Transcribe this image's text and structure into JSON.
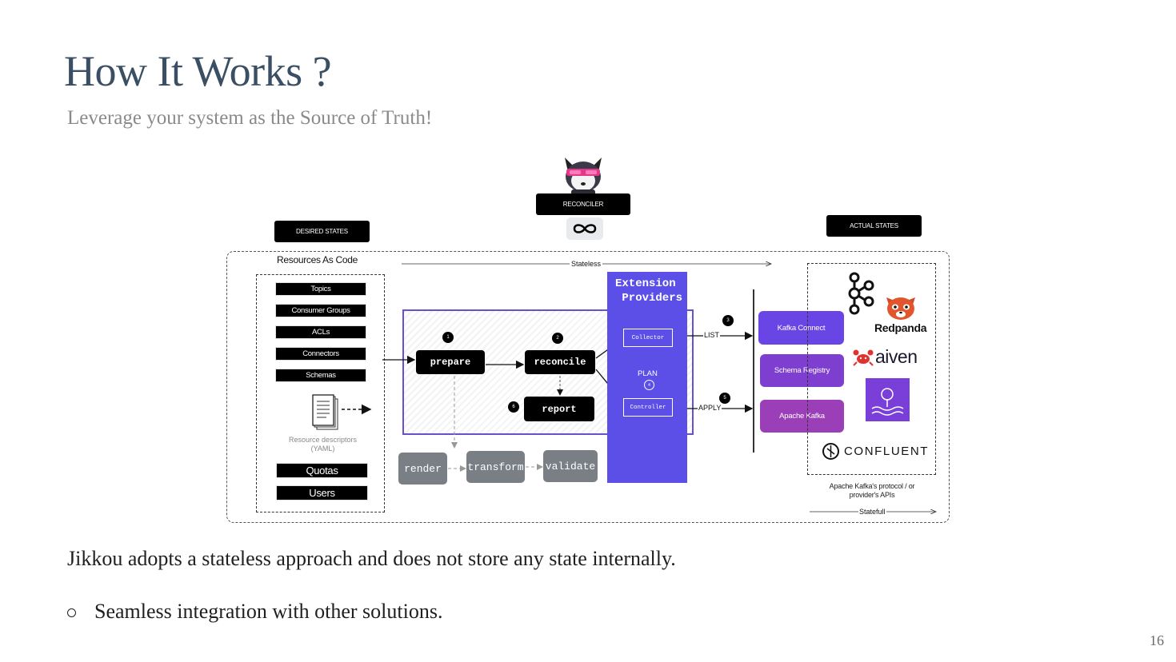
{
  "slide": {
    "title": "How It Works ?",
    "subtitle": "Leverage your system as the Source of Truth!",
    "body": "Jikkou adopts a stateless approach and does not store any state internally.",
    "bullets": [
      "Seamless integration with other solutions."
    ],
    "page_number": "16"
  },
  "diagram": {
    "labels": {
      "desired_states": "DESIRED STATES",
      "reconciler": "RECONCILER",
      "actual_states": "ACTUAL STATES",
      "resources_as_code": "Resources As Code",
      "stateless": "Stateless",
      "statefull": "Statefull",
      "resource_descriptors": "Resource descriptors (YAML)",
      "apis_note": "Apache Kafka's protocol / or provider's APIs",
      "list": "LIST",
      "apply": "APPLY",
      "plan": "PLAN"
    },
    "resources": [
      "Topics",
      "Consumer Groups",
      "ACLs",
      "Connectors",
      "Schemas"
    ],
    "resources_extra": [
      "Quotas",
      "Users"
    ],
    "steps": {
      "prepare": "prepare",
      "reconcile": "reconcile",
      "report": "report",
      "render": "render",
      "transform": "transform",
      "validate": "validate"
    },
    "step_numbers": {
      "prepare": "1",
      "reconcile": "2",
      "list": "3",
      "plan": "4",
      "apply": "5",
      "report": "6"
    },
    "extension_providers": {
      "title": "Extension\n Providers",
      "collector": "Collector",
      "controller": "Controller"
    },
    "providers": [
      "Kafka Connect",
      "Schema Registry",
      "Apache Kafka"
    ],
    "logos": [
      "Redpanda",
      "aiven",
      "CONFLUENT"
    ],
    "colors": {
      "accent_purple": "#5b4fe8",
      "provider_1": "#6a45e6",
      "provider_2": "#7e3fd0",
      "provider_3": "#9a3fb8",
      "title": "#3a4f63"
    },
    "icons": [
      "cat-mascot-icon",
      "infinity-icon",
      "document-icon",
      "kafka-icon",
      "red-panda-icon",
      "crab-icon",
      "aws-msk-icon",
      "confluent-icon"
    ]
  }
}
